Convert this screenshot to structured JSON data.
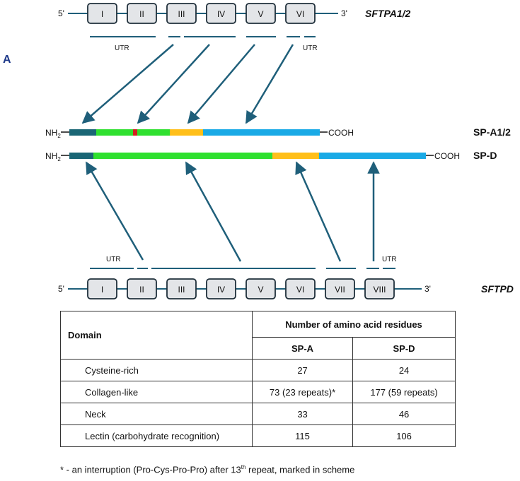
{
  "panel_letter": "A",
  "gene_a": {
    "five_prime": "5'",
    "three_prime": "3'",
    "name": "SFTPA1/2",
    "exons": [
      "I",
      "II",
      "III",
      "IV",
      "V",
      "VI"
    ],
    "utr_left": "UTR",
    "utr_right": "UTR"
  },
  "gene_d": {
    "five_prime": "5'",
    "three_prime": "3'",
    "name": "SFTPD",
    "exons": [
      "I",
      "II",
      "III",
      "IV",
      "V",
      "VI",
      "VII",
      "VIII"
    ],
    "utr_left": "UTR",
    "utr_right": "UTR"
  },
  "protein_a": {
    "nh2": "NH",
    "nh2_sub": "2",
    "cooh": "COOH",
    "name": "SP-A1/2"
  },
  "protein_d": {
    "nh2": "NH",
    "nh2_sub": "2",
    "cooh": "COOH",
    "name": "SP-D"
  },
  "colors": {
    "line": "#1f5f7a",
    "exon_fill": "#e3e5e8",
    "cysteine": "#1a6675",
    "collagen": "#2fe02f",
    "interruption": "#d42020",
    "neck": "#ffbf1a",
    "lectin": "#1aaae6"
  },
  "table": {
    "head_domain": "Domain",
    "head_residues": "Number of amino acid residues",
    "col_spa": "SP-A",
    "col_spd": "SP-D",
    "rows": [
      {
        "domain": "Cysteine-rich",
        "spa": "27",
        "spd": "24"
      },
      {
        "domain": "Collagen-like",
        "spa": "73 (23 repeats)*",
        "spd": "177 (59 repeats)"
      },
      {
        "domain": "Neck",
        "spa": "33",
        "spd": "46"
      },
      {
        "domain": "Lectin (carbohydrate recognition)",
        "spa": "115",
        "spd": "106"
      }
    ]
  },
  "footnote": {
    "before": "* - an interruption (Pro-Cys-Pro-Pro) after 13",
    "sup": "th",
    "after": " repeat, marked in scheme"
  }
}
